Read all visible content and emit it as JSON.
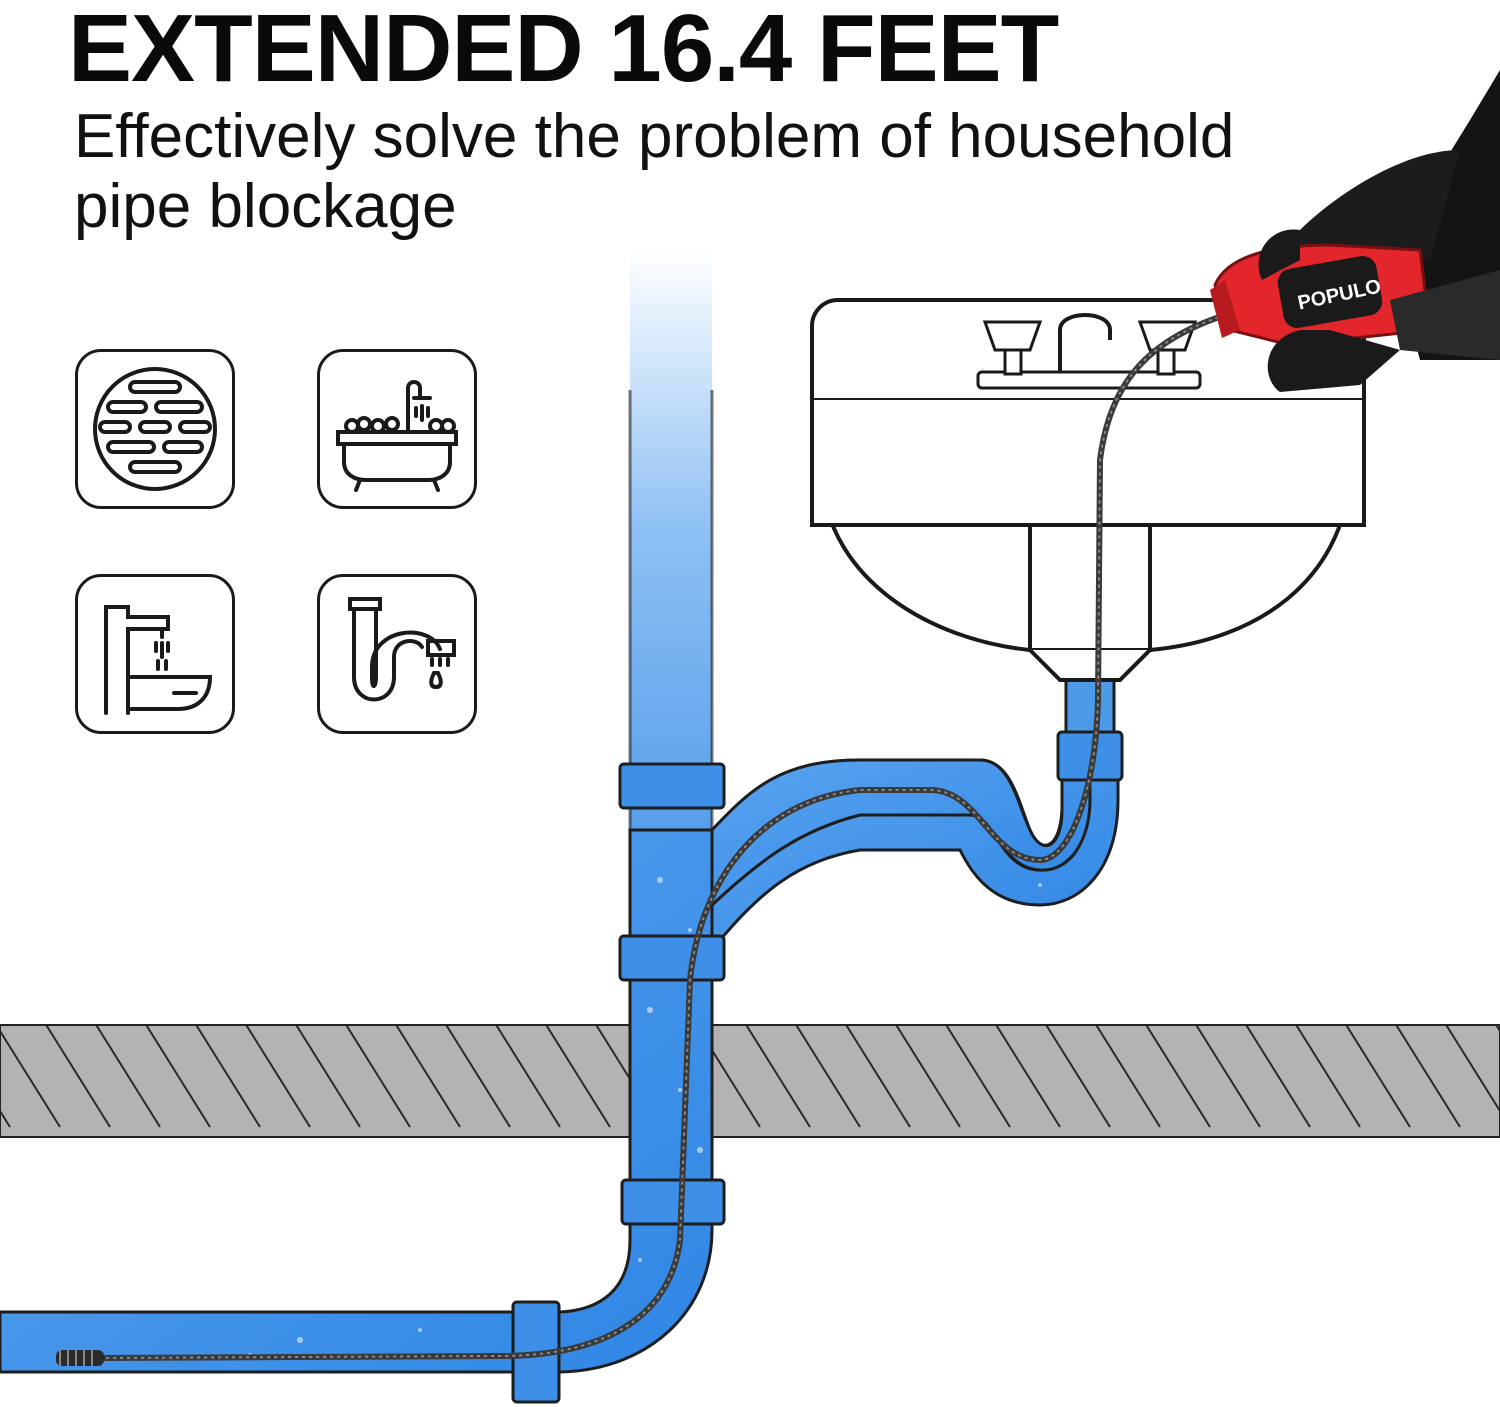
{
  "header": {
    "title": "EXTENDED 16.4 FEET",
    "subtitle": "Effectively solve the problem of household pipe blockage"
  },
  "product": {
    "brand": "POPULO"
  },
  "icons": [
    {
      "name": "floor-drain-icon"
    },
    {
      "name": "bathtub-icon"
    },
    {
      "name": "sink-faucet-icon"
    },
    {
      "name": "p-trap-pipe-icon"
    }
  ],
  "colors": {
    "water": "#3d8fe8",
    "water_light": "#9cc8f6",
    "tool_red": "#e3262b",
    "glove": "#1d1d1d",
    "outline": "#161616",
    "floor_hatch": "#b0b0b0"
  }
}
